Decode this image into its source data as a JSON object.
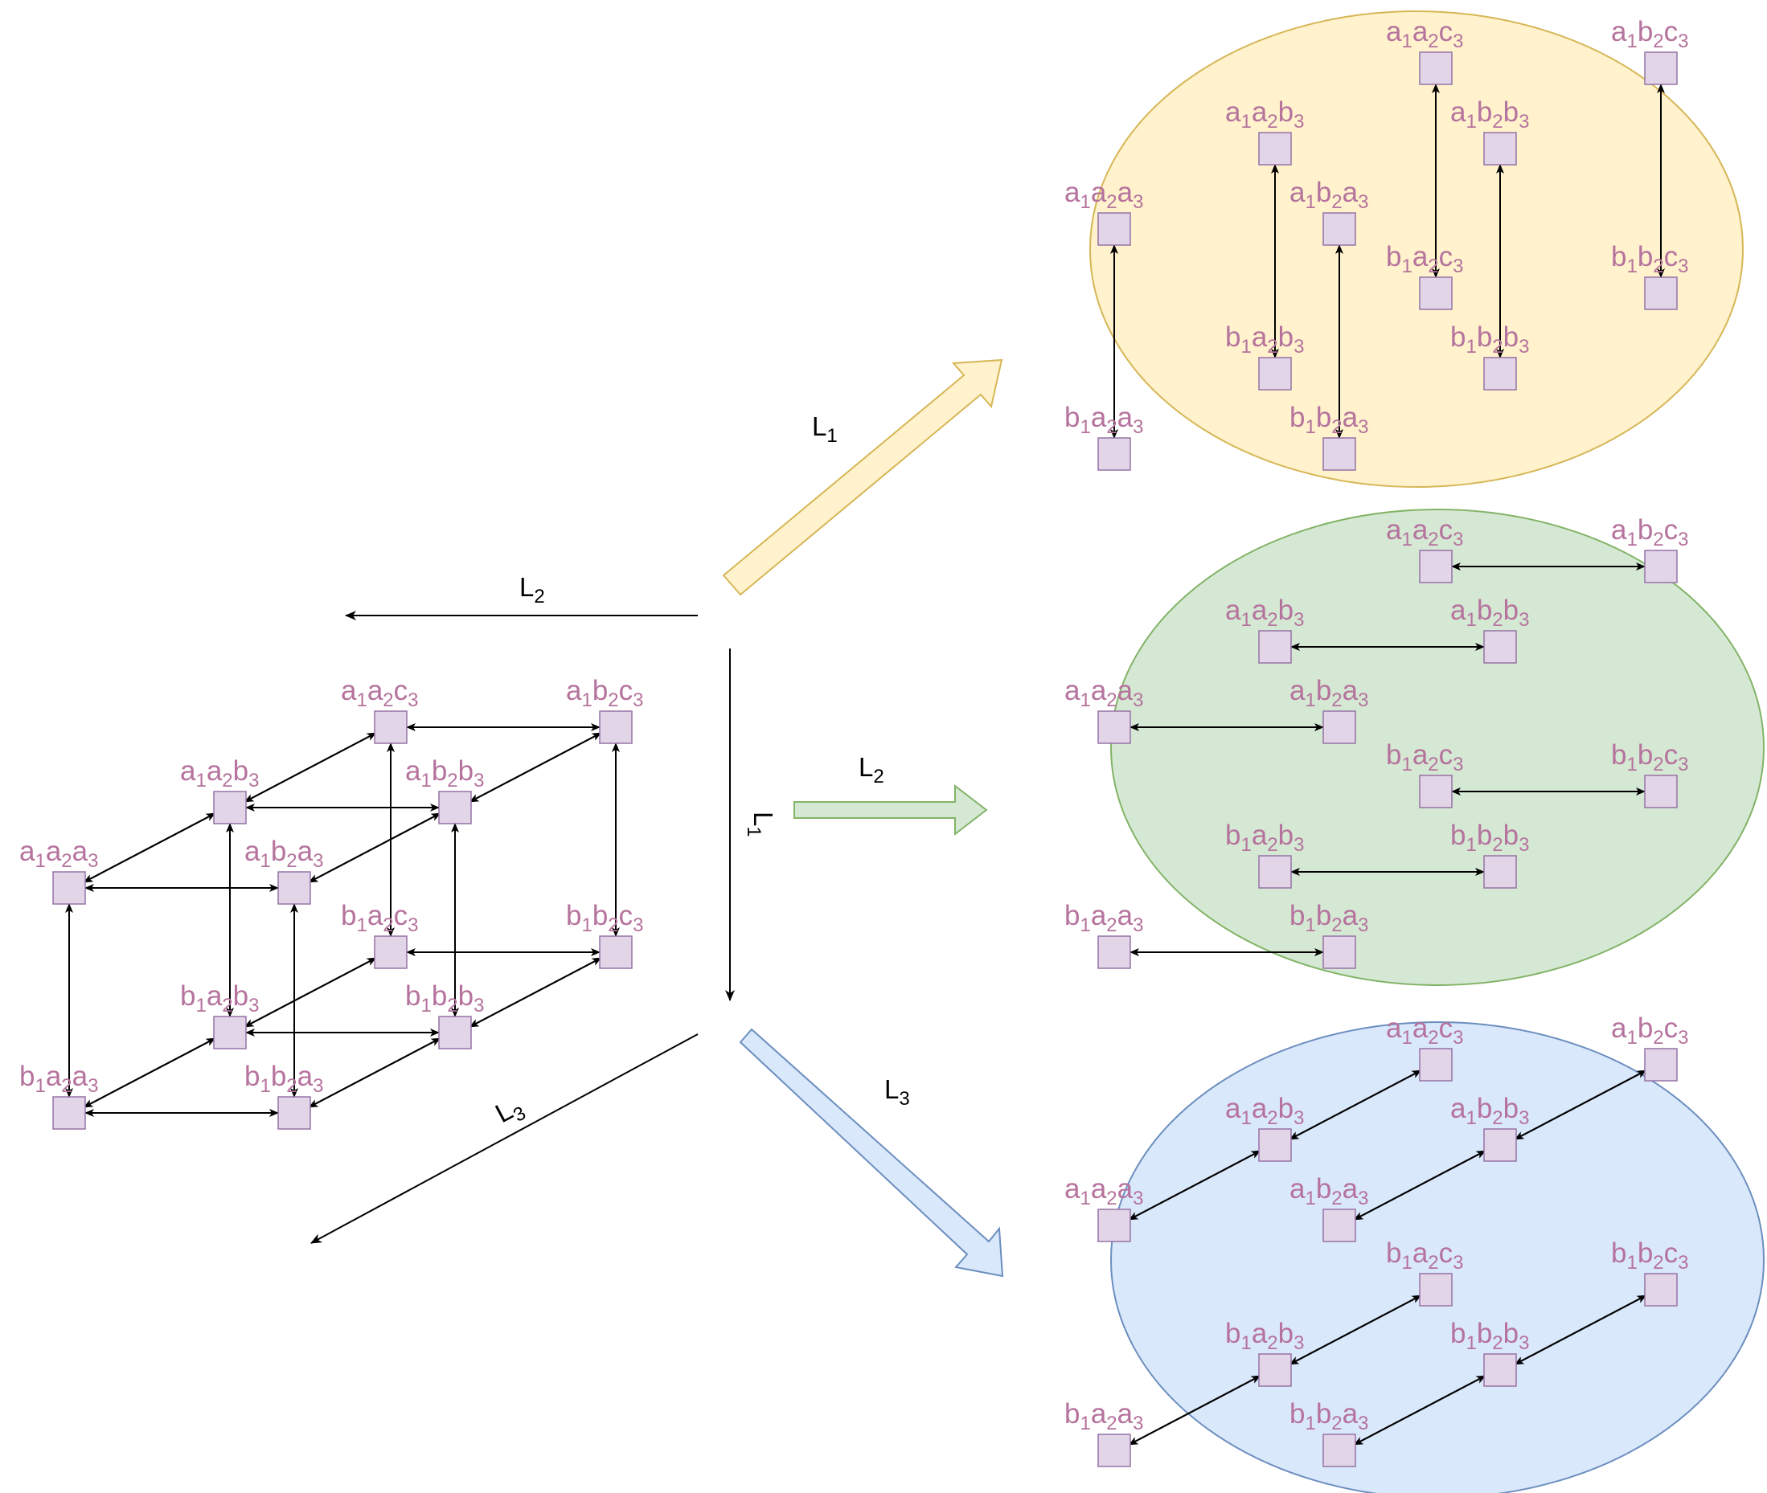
{
  "colors": {
    "node_fill": "#e1d5e7",
    "node_stroke": "#9673a6",
    "label": "#b5739d",
    "edge": "#000000",
    "l1_fill": "#fff2cc",
    "l1_stroke": "#d6b656",
    "l2_fill": "#d5e8d4",
    "l2_stroke": "#82b366",
    "l3_fill": "#dae8fc",
    "l3_stroke": "#6c8ebf"
  },
  "labels": {
    "a1a2a3": [
      "a",
      "1",
      "a",
      "2",
      "a",
      "3"
    ],
    "a1b2a3": [
      "a",
      "1",
      "b",
      "2",
      "a",
      "3"
    ],
    "a1a2b3": [
      "a",
      "1",
      "a",
      "2",
      "b",
      "3"
    ],
    "a1b2b3": [
      "a",
      "1",
      "b",
      "2",
      "b",
      "3"
    ],
    "a1a2c3": [
      "a",
      "1",
      "a",
      "2",
      "c",
      "3"
    ],
    "a1b2c3": [
      "a",
      "1",
      "b",
      "2",
      "c",
      "3"
    ],
    "b1a2a3": [
      "b",
      "1",
      "a",
      "2",
      "a",
      "3"
    ],
    "b1b2a3": [
      "b",
      "1",
      "b",
      "2",
      "a",
      "3"
    ],
    "b1a2b3": [
      "b",
      "1",
      "a",
      "2",
      "b",
      "3"
    ],
    "b1b2b3": [
      "b",
      "1",
      "b",
      "2",
      "b",
      "3"
    ],
    "b1a2c3": [
      "b",
      "1",
      "a",
      "2",
      "c",
      "3"
    ],
    "b1b2c3": [
      "b",
      "1",
      "b",
      "2",
      "c",
      "3"
    ]
  },
  "axes": {
    "L1": [
      "L",
      "1"
    ],
    "L2": [
      "L",
      "2"
    ],
    "L3": [
      "L",
      "3"
    ]
  }
}
